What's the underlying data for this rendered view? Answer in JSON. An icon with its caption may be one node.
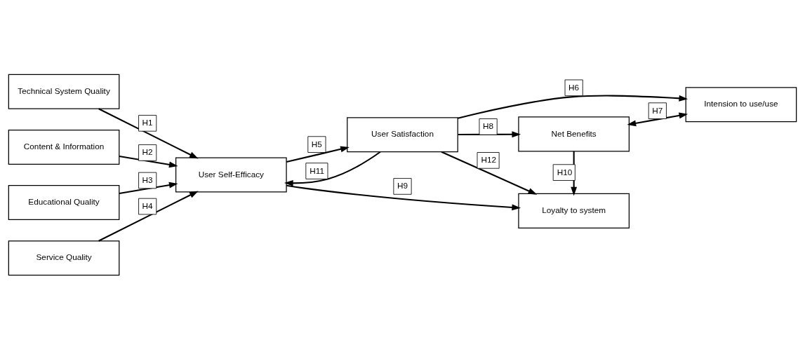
{
  "diagram": {
    "nodes": [
      {
        "text": [
          "Technical System Quality"
        ]
      },
      {
        "text": [
          "Content & Information"
        ]
      },
      {
        "text": [
          "Educational Quality"
        ]
      },
      {
        "text": [
          "Service Quality"
        ]
      },
      {
        "text": [
          "User Self-Efficacy"
        ]
      },
      {
        "text": [
          "User Satisfaction"
        ]
      },
      {
        "text": [
          "Intension to use/use"
        ]
      },
      {
        "text": [
          "Net Benefits"
        ]
      },
      {
        "text": [
          "Loyalty to system"
        ]
      }
    ],
    "edges": [
      {
        "from": 0,
        "to": 4,
        "arrow": "to",
        "label": "H1"
      },
      {
        "from": 1,
        "to": 4,
        "arrow": "to",
        "label": "H2"
      },
      {
        "from": 2,
        "to": 4,
        "arrow": "to",
        "label": "H3"
      },
      {
        "from": 3,
        "to": 4,
        "arrow": "to",
        "label": "H4"
      },
      {
        "from": 4,
        "to": 5,
        "arrow": "to",
        "label": "H5"
      },
      {
        "from": 5,
        "to": 6,
        "arrow": "to",
        "label": "H6"
      },
      {
        "from": 7,
        "to": 6,
        "arrow": "both",
        "label": "H7"
      },
      {
        "from": 5,
        "to": 7,
        "arrow": "to",
        "label": "H8"
      },
      {
        "from": 4,
        "to": 8,
        "arrow": "to",
        "label": "H9"
      },
      {
        "from": 7,
        "to": 8,
        "arrow": "to",
        "label": "H10"
      },
      {
        "from": 5,
        "to": 4,
        "arrow": "to",
        "label": "H11"
      },
      {
        "from": 5,
        "to": 8,
        "arrow": "to",
        "label": "H12"
      }
    ]
  }
}
